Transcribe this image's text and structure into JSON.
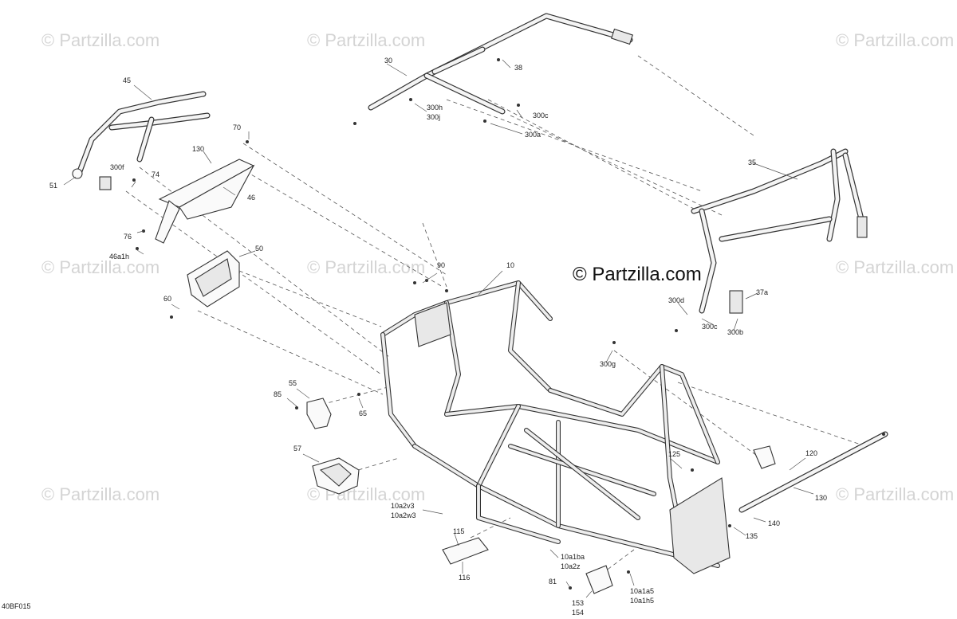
{
  "diagram": {
    "code": "40BF015",
    "brand": "© Partzilla.com",
    "watermark": "© Partzilla.com",
    "callouts": {
      "c10": "10",
      "c30": "30",
      "c35": "35",
      "c37a": "37a",
      "c38": "38",
      "c45": "45",
      "c46": "46",
      "c46a1h": "46a1h",
      "c50": "50",
      "c51": "51",
      "c55": "55",
      "c57": "57",
      "c60": "60",
      "c65": "65",
      "c70": "70",
      "c74": "74",
      "c76": "76",
      "c81": "81",
      "c85": "85",
      "c90": "90",
      "c115": "115",
      "c116": "116",
      "c120": "120",
      "c125": "125",
      "c130a": "130",
      "c130b": "130",
      "c135": "135",
      "c140": "140",
      "c153": "153",
      "c154": "154",
      "c300a": "300a",
      "c300b": "300b",
      "c300c_top": "300c",
      "c300c_right": "300c",
      "c300d": "300d",
      "c300f": "300f",
      "c300g": "300g",
      "c300h": "300h",
      "c300j": "300j",
      "c10a2v3": "10a2v3",
      "c10a2w3": "10a2w3",
      "c10a1ba": "10a1ba",
      "c10a2z": "10a2z",
      "c10a1a5": "10a1a5",
      "c10a1h5": "10a1h5"
    }
  }
}
